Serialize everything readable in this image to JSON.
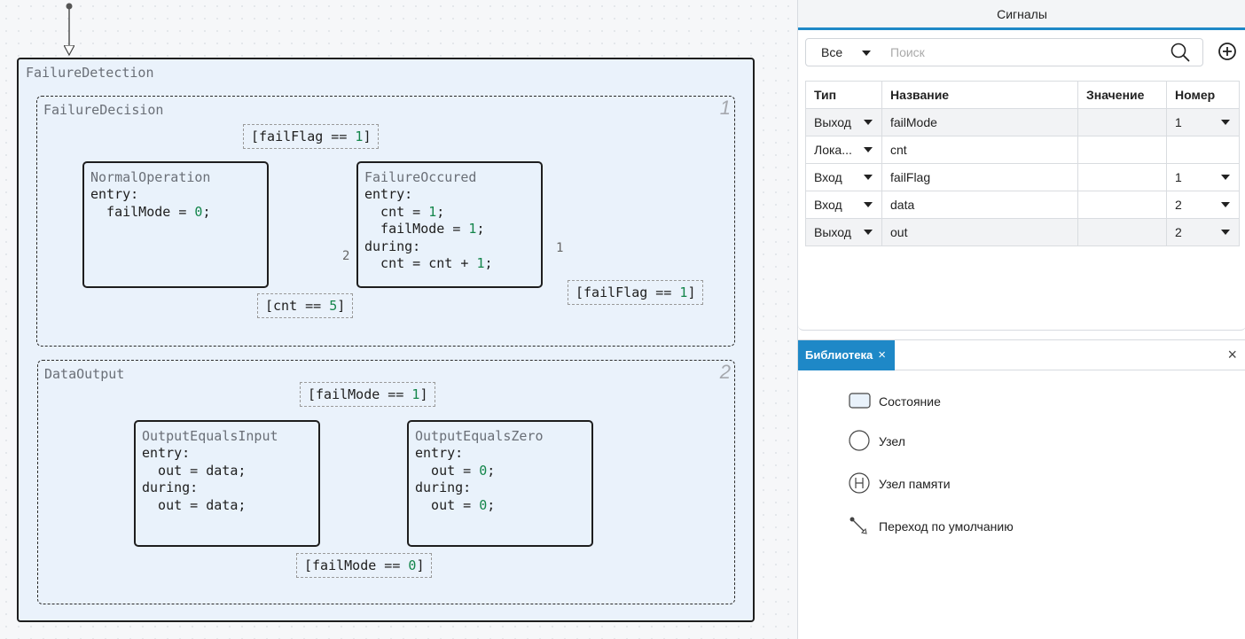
{
  "chart": {
    "name": "FailureDetection",
    "regions": [
      {
        "name": "FailureDecision",
        "number": "1",
        "states": [
          {
            "name": "NormalOperation",
            "code": [
              [
                "entry:"
              ],
              [
                "  failMode = ",
                "0",
                ";"
              ]
            ]
          },
          {
            "name": "FailureOccured",
            "code": [
              [
                "entry:"
              ],
              [
                "  cnt = ",
                "1",
                ";"
              ],
              [
                "  failMode = ",
                "1",
                ";"
              ],
              [
                "during:"
              ],
              [
                "  cnt = cnt + ",
                "1",
                ";"
              ]
            ]
          }
        ],
        "conditions": [
          {
            "text": "[failFlag == ",
            "num": "1",
            "end": "]"
          },
          {
            "text": "[cnt == ",
            "num": "5",
            "end": "]"
          },
          {
            "text": "[failFlag == ",
            "num": "1",
            "end": "]"
          }
        ],
        "transition_labels": [
          "2",
          "1"
        ]
      },
      {
        "name": "DataOutput",
        "number": "2",
        "states": [
          {
            "name": "OutputEqualsInput",
            "code": [
              [
                "entry:"
              ],
              [
                "  out = data;"
              ],
              [
                "during:"
              ],
              [
                "  out = data;"
              ]
            ]
          },
          {
            "name": "OutputEqualsZero",
            "code": [
              [
                "entry:"
              ],
              [
                "  out = ",
                "0",
                ";"
              ],
              [
                "during:"
              ],
              [
                "  out = ",
                "0",
                ";"
              ]
            ]
          }
        ],
        "conditions": [
          {
            "text": "[failMode == ",
            "num": "1",
            "end": "]"
          },
          {
            "text": "[failMode == ",
            "num": "0",
            "end": "]"
          }
        ]
      }
    ]
  },
  "signals": {
    "title": "Сигналы",
    "filter": "Все",
    "search_placeholder": "Поиск",
    "columns": [
      "Тип",
      "Название",
      "Значение",
      "Номер"
    ],
    "rows": [
      {
        "type": "Выход",
        "name": "failMode",
        "value": "",
        "number": "1",
        "has_number_dropdown": true
      },
      {
        "type": "Лока...",
        "name": "cnt",
        "value": "",
        "number": "",
        "has_number_dropdown": false
      },
      {
        "type": "Вход",
        "name": "failFlag",
        "value": "",
        "number": "1",
        "has_number_dropdown": true
      },
      {
        "type": "Вход",
        "name": "data",
        "value": "",
        "number": "2",
        "has_number_dropdown": true
      },
      {
        "type": "Выход",
        "name": "out",
        "value": "",
        "number": "2",
        "has_number_dropdown": true
      }
    ]
  },
  "library": {
    "tab_label": "Библиотека",
    "tab_close": "×",
    "panel_close": "×",
    "items": [
      {
        "label": "Состояние",
        "icon": "state-icon"
      },
      {
        "label": "Узел",
        "icon": "junction-icon"
      },
      {
        "label": "Узел памяти",
        "icon": "history-junction-icon"
      },
      {
        "label": "Переход по умолчанию",
        "icon": "default-transition-icon"
      }
    ]
  },
  "colors": {
    "accent": "#1e88c7",
    "state_fill": "#e9f2fb",
    "number_literal": "#13854a"
  }
}
